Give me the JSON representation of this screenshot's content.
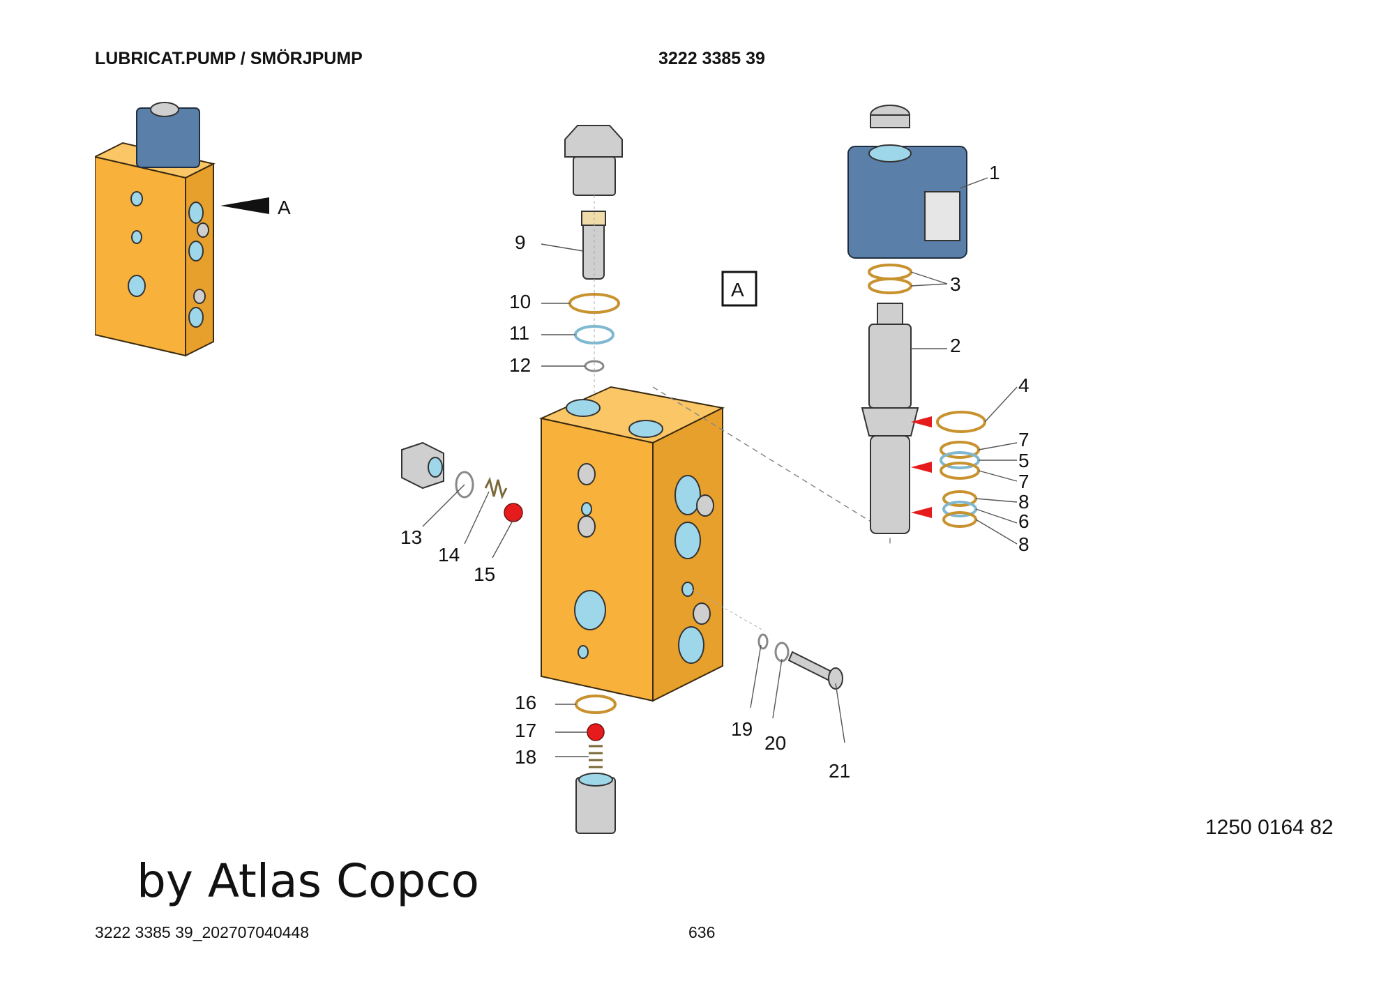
{
  "header": {
    "title": "LUBRICAT.PUMP / SMÖRJPUMP",
    "doc_number": "3222 3385 39"
  },
  "diagram": {
    "view_label": "A",
    "view_box_label": "A",
    "callouts": [
      "1",
      "2",
      "3",
      "4",
      "5",
      "6",
      "7",
      "7",
      "8",
      "8",
      "9",
      "10",
      "11",
      "12",
      "13",
      "14",
      "15",
      "16",
      "17",
      "18",
      "19",
      "20",
      "21"
    ],
    "drawing_number": "1250 0164 82"
  },
  "watermark": "by Atlas Copco",
  "footer": {
    "left": "3222 3385 39_202707040448",
    "page": "636"
  }
}
